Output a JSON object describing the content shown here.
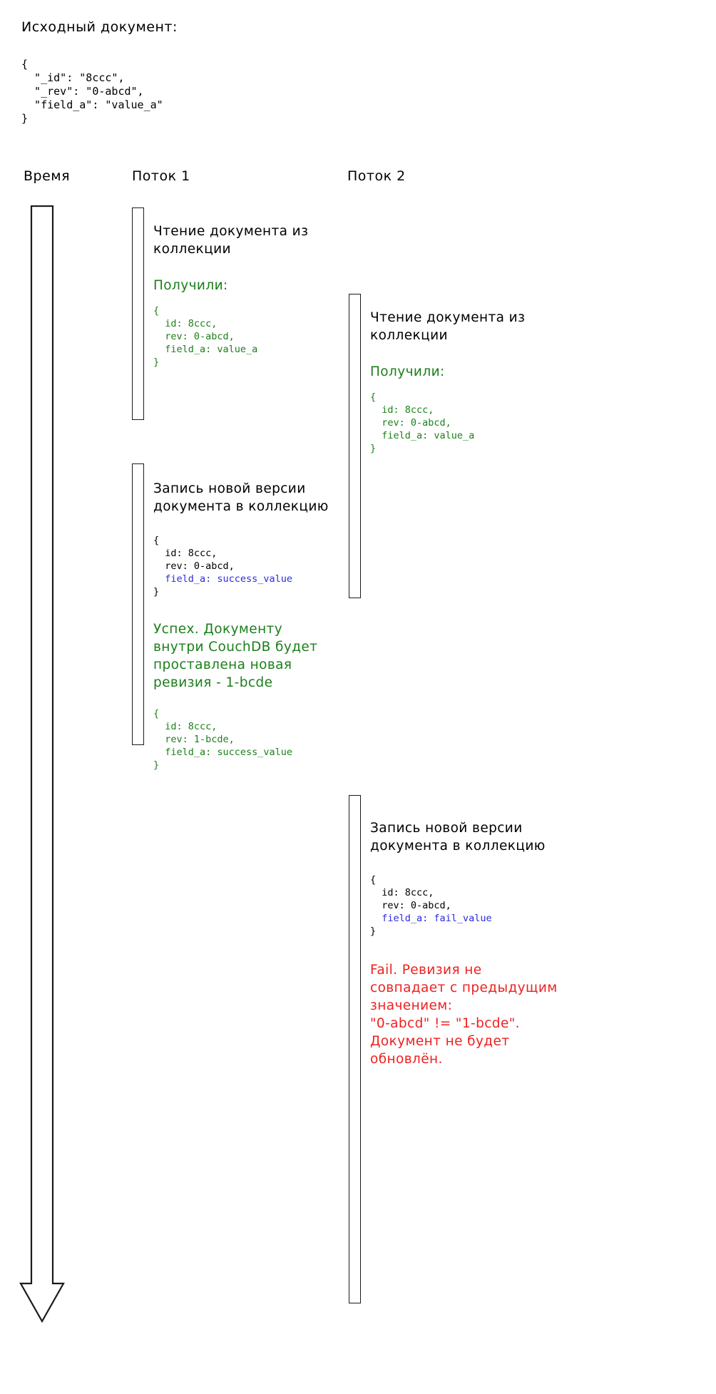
{
  "intro": {
    "title": "Исходный документ:",
    "code": "{\n  \"_id\": \"8ccc\",\n  \"_rev\": \"0-abcd\",\n  \"field_a\": \"value_a\"\n}"
  },
  "headers": {
    "time": "Время",
    "thread1": "Поток 1",
    "thread2": "Поток 2"
  },
  "colors": {
    "green": "#1b7f1b",
    "red": "#ef2020",
    "blue": "#2b2bdd",
    "black": "#000000",
    "stroke": "#1a1a1a"
  },
  "thread1": {
    "step1": {
      "title": "Чтение документа из\nколлекции",
      "result_label": "Получили:",
      "code_open": "{",
      "code_id": "  id: 8ccc,",
      "code_rev": "  rev: 0-abcd,",
      "code_field": "  field_a: value_a",
      "code_close": "}"
    },
    "step2": {
      "title": "Запись новой версии\nдокумента в коллекцию",
      "code_open": "{",
      "code_id": "  id: 8ccc,",
      "code_rev": "  rev: 0-abcd,",
      "code_field": "  field_a: success_value",
      "code_close": "}"
    },
    "step3": {
      "title": "Успех. Документу\nвнутри CouchDB будет\nпроставлена новая\nревизия - 1-bcde",
      "code_open": "{",
      "code_id": "  id: 8ccc,",
      "code_rev": "  rev: 1-bcde,",
      "code_field": "  field_a: success_value",
      "code_close": "}"
    }
  },
  "thread2": {
    "step1": {
      "title": "Чтение документа из\nколлекции",
      "result_label": "Получили:",
      "code_open": "{",
      "code_id": "  id: 8ccc,",
      "code_rev": "  rev: 0-abcd,",
      "code_field": "  field_a: value_a",
      "code_close": "}"
    },
    "step2": {
      "title": "Запись новой версии\nдокумента в коллекцию",
      "code_open": "{",
      "code_id": "  id: 8ccc,",
      "code_rev": "  rev: 0-abcd,",
      "code_field": "  field_a: fail_value",
      "code_close": "}"
    },
    "step3": {
      "title": "Fail. Ревизия не\nсовпадает с предыдущим\nзначением:\n\"0-abcd\" != \"1-bcde\".\nДокумент не будет\nобновлён."
    }
  }
}
